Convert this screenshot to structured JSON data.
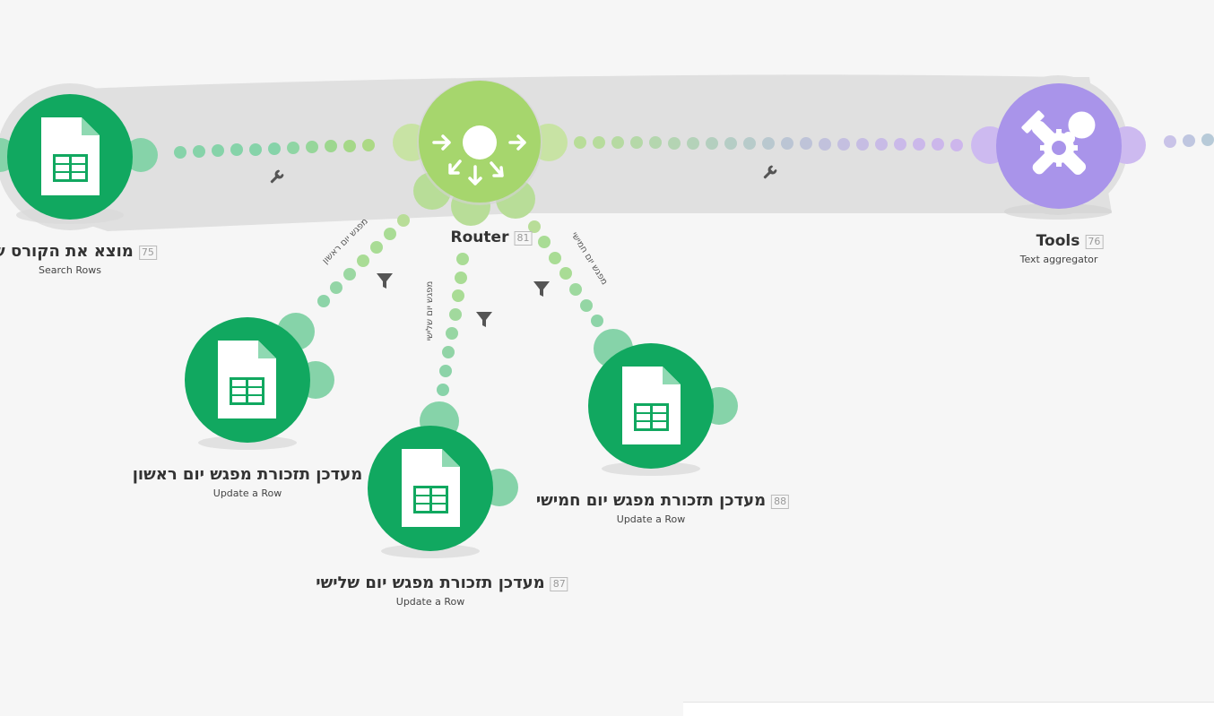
{
  "modules": {
    "search": {
      "title": "מוצא את הקורס של",
      "id": "75",
      "subtitle": "Search Rows"
    },
    "router": {
      "title": "Router",
      "id": "81"
    },
    "tools": {
      "title": "Tools",
      "id": "76",
      "subtitle": "Text aggregator"
    },
    "update1": {
      "title": "מעדכן תזכורת מפגש יום ראשון",
      "id": "",
      "subtitle": "Update a Row"
    },
    "update3": {
      "title": "מעדכן תזכורת מפגש יום שלישי",
      "id": "87",
      "subtitle": "Update a Row"
    },
    "update5": {
      "title": "מעדכן תזכורת מפגש יום חמישי",
      "id": "88",
      "subtitle": "Update a Row"
    }
  },
  "routes": {
    "route1": "מפגש יום ראשון",
    "route3": "מפגש יום שלישי",
    "route5": "מפגש יום חמישי"
  },
  "icons": {
    "sheets": "google-sheets-icon",
    "router": "router-icon",
    "tools": "tools-icon",
    "wrench": "wrench-icon",
    "filter": "filter-icon"
  },
  "colors": {
    "sheets_green": "#11a860",
    "sheets_connector": "#86d3a9",
    "router_green": "#a6d66d",
    "tools_purple": "#a994ea",
    "group_band": "#e0e0e0"
  }
}
